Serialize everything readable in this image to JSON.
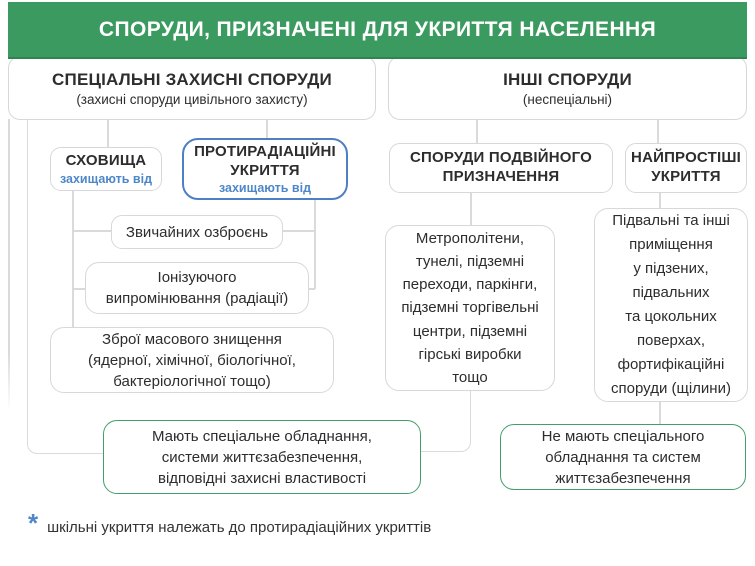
{
  "banner": {
    "title": "СПОРУДИ, ПРИЗНАЧЕНІ ДЛЯ УКРИТТЯ НАСЕЛЕННЯ"
  },
  "left_column": {
    "header": {
      "title": "СПЕЦІАЛЬНІ ЗАХИСНІ СПОРУДИ",
      "subtitle": "(захисні споруди цивільного захисту)"
    },
    "shelters_box": {
      "title": "СХОВИЩА",
      "subtitle": "захищають від"
    },
    "radiation_box": {
      "title": "ПРОТИРАДІАЦІЙНІ\nУКРИТТЯ",
      "subtitle": "захищають від"
    },
    "threats": [
      "Звичайних озброєнь",
      "Іонізуючого\nвипромінювання (радіації)",
      "Зброї масового знищення\n(ядерної, хімічної,  біологічної,\nбактеріологічної тощо)"
    ],
    "outcome": "Мають спеціальне обладнання,\nсистеми життєзабезпечення,\nвідповідні захисні властивості"
  },
  "right_column": {
    "header": {
      "title": "ІНШІ СПОРУДИ",
      "subtitle": "(неспеціальні)"
    },
    "dual_purpose_box": {
      "title": "СПОРУДИ ПОДВІЙНОГО\nПРИЗНАЧЕННЯ",
      "description": "Метрополітени,\nтунелі, підземні\nпереходи, паркінги,\nпідземні торгівельні\nцентри, підземні\nгірські виробки\nтощо"
    },
    "simplest_box": {
      "title": "НАЙПРОСТІШІ\nУКРИТТЯ",
      "description": "Підвальні та інші\nприміщення\nу підзених,\nпідвальних\nта цокольних\nповерхах,\nфортифікаційні\nспоруди (щілини)"
    },
    "outcome": "Не мають спеціального\nобладнання та систем\nжиттєзабезпечення"
  },
  "footnote": {
    "marker": "*",
    "text": "шкільні укриття належать до протирадіаційних укриттів"
  },
  "colors": {
    "banner_green": "#3b9a5f",
    "accent_blue": "#4e87c9",
    "blue_box_border": "#4d7fc3",
    "outcome_green_border": "#40a06b",
    "box_border_gray": "#d8d8d8",
    "connector_gray": "#dadada",
    "text_dark": "#2d2d2d"
  }
}
